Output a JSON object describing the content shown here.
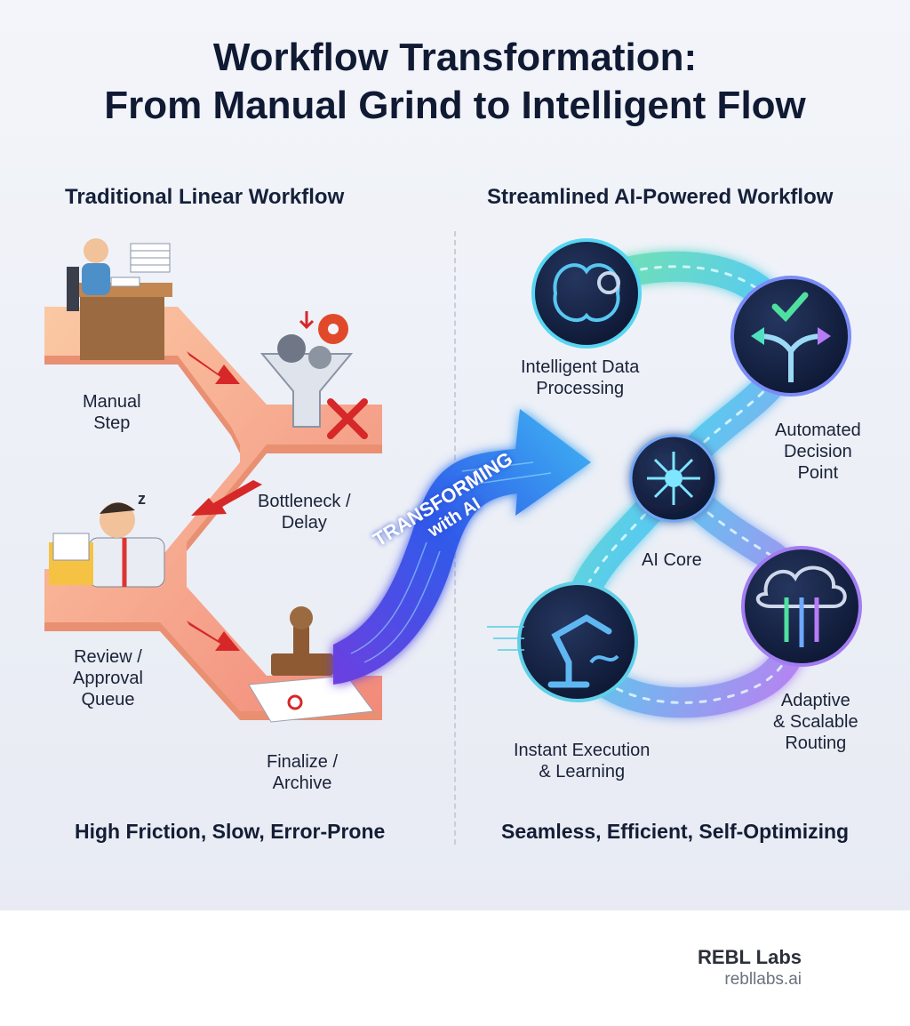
{
  "title": {
    "line1": "Workflow Transformation:",
    "line2": "From Manual Grind to Intelligent Flow"
  },
  "left": {
    "heading": "Traditional Linear Workflow",
    "steps": [
      {
        "lines": [
          "Manual",
          "Step"
        ],
        "icon": "person-at-desk-icon"
      },
      {
        "lines": [
          "Bottleneck /",
          "Delay"
        ],
        "icon": "funnel-gears-icon"
      },
      {
        "lines": [
          "Review /",
          "Approval",
          "Queue"
        ],
        "icon": "tired-reviewer-icon"
      },
      {
        "lines": [
          "Finalize /",
          "Archive"
        ],
        "icon": "rubber-stamp-icon"
      }
    ],
    "footer": "High Friction, Slow, Error-Prone"
  },
  "transform": {
    "line1": "TRANSFORMING",
    "line2": "with AI"
  },
  "right": {
    "heading": "Streamlined AI-Powered Workflow",
    "nodes": [
      {
        "lines": [
          "Intelligent Data",
          "Processing"
        ],
        "icon": "brain-gear-icon"
      },
      {
        "lines": [
          "Automated",
          "Decision",
          "Point"
        ],
        "icon": "split-arrows-check-icon"
      },
      {
        "lines": [
          "AI Core"
        ],
        "icon": "network-hub-icon"
      },
      {
        "lines": [
          "Adaptive",
          "& Scalable",
          "Routing"
        ],
        "icon": "cloud-routing-icon"
      },
      {
        "lines": [
          "Instant Execution",
          "& Learning"
        ],
        "icon": "robot-arm-icon"
      }
    ],
    "footer": "Seamless, Efficient, Self-Optimizing"
  },
  "brand": {
    "name": "REBL Labs",
    "url": "rebllabs.ai"
  },
  "colors": {
    "manual_path": "#f4a07e",
    "error_red": "#d62828",
    "ai_blue": "#3b5bdb",
    "ai_cyan": "#3fd4e8",
    "ai_green": "#6fe38a",
    "ai_violet": "#b36bf0",
    "dark_navy": "#101a33"
  }
}
